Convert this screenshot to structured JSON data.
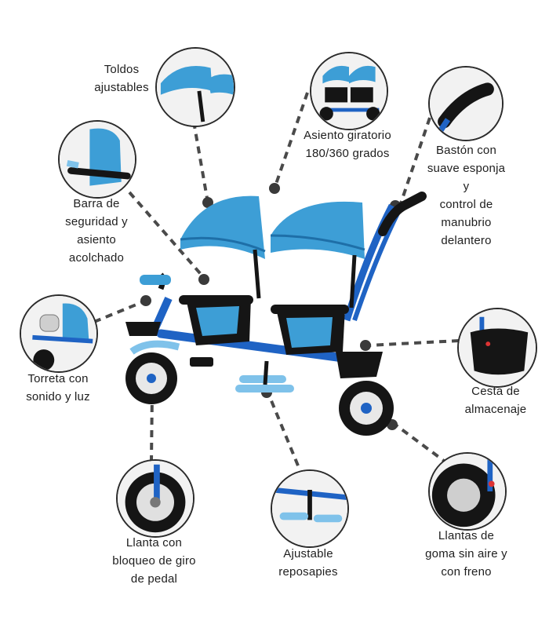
{
  "labels": {
    "canopy": "Toldos\najustables",
    "swivel_seat": "Asiento giratorio\n180/360 grados",
    "push_handle": "Bastón con\nsuave esponja\ny\ncontrol de\nmanubrio\ndelantero",
    "safety_bar": "Barra de\nseguridad y\nasiento\nacolchado",
    "turret": "Torreta con\nsonido y luz",
    "basket": "Cesta de\nalmacenaje",
    "pedal_wheel": "Llanta con\nbloqueo de giro\nde pedal",
    "footrest": "Ajustable\nreposapies",
    "rear_tyres": "Llantas de\ngoma sin aire y\ncon freno"
  },
  "colors": {
    "frame_blue": "#1f63c4",
    "canopy_blue": "#3d9ed6",
    "light_blue": "#7fc2ea",
    "black": "#151515",
    "dash": "#4a4a4a"
  }
}
